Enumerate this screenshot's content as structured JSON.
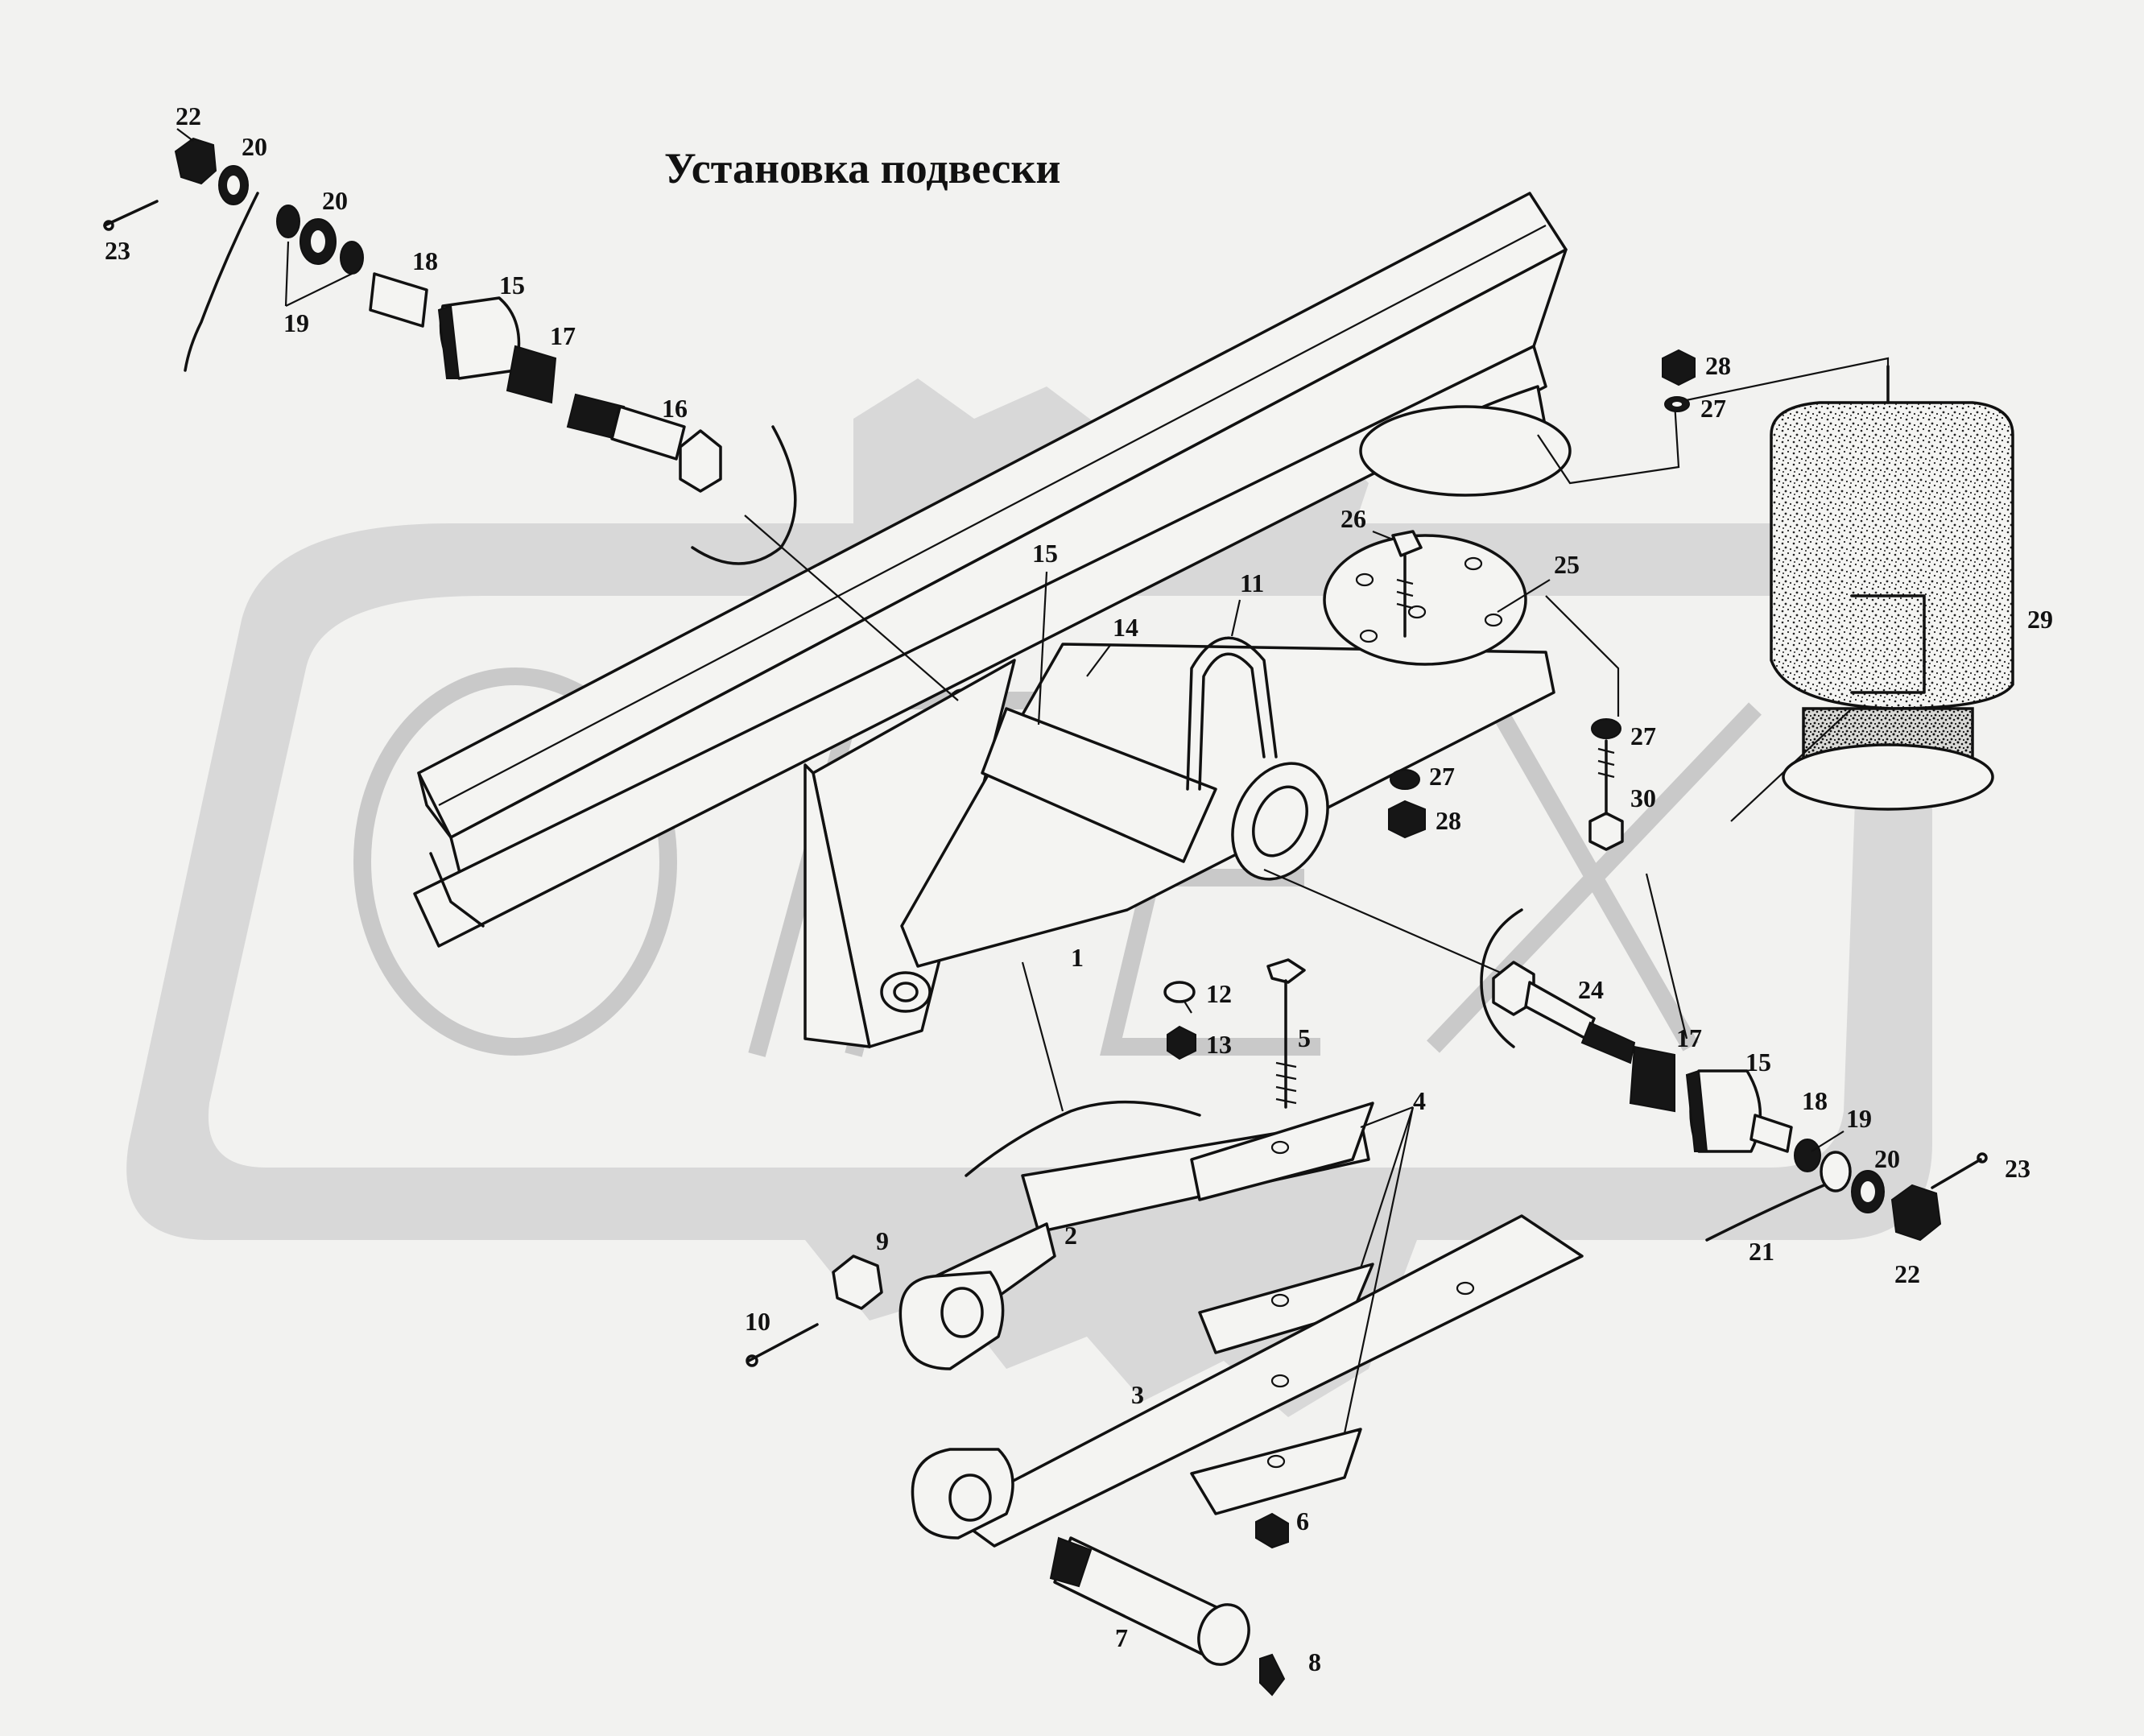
{
  "title": "Установка подвески",
  "watermark": {
    "text": "ОРЕХ"
  },
  "colors": {
    "background": "#f2f2f0",
    "ink": "#111111",
    "watermark": "#d8d8d8"
  },
  "callouts": [
    {
      "id": "c1",
      "label": "1"
    },
    {
      "id": "c2",
      "label": "2"
    },
    {
      "id": "c3",
      "label": "3"
    },
    {
      "id": "c4",
      "label": "4"
    },
    {
      "id": "c5",
      "label": "5"
    },
    {
      "id": "c6",
      "label": "6"
    },
    {
      "id": "c7",
      "label": "7"
    },
    {
      "id": "c8",
      "label": "8"
    },
    {
      "id": "c9",
      "label": "9"
    },
    {
      "id": "c10",
      "label": "10"
    },
    {
      "id": "c11",
      "label": "11"
    },
    {
      "id": "c12",
      "label": "12"
    },
    {
      "id": "c13",
      "label": "13"
    },
    {
      "id": "c14",
      "label": "14"
    },
    {
      "id": "c15a",
      "label": "15"
    },
    {
      "id": "c15b",
      "label": "15"
    },
    {
      "id": "c15c",
      "label": "15"
    },
    {
      "id": "c16",
      "label": "16"
    },
    {
      "id": "c17a",
      "label": "17"
    },
    {
      "id": "c17b",
      "label": "17"
    },
    {
      "id": "c18a",
      "label": "18"
    },
    {
      "id": "c18b",
      "label": "18"
    },
    {
      "id": "c19a",
      "label": "19"
    },
    {
      "id": "c19b",
      "label": "19"
    },
    {
      "id": "c20a",
      "label": "20"
    },
    {
      "id": "c20b",
      "label": "20"
    },
    {
      "id": "c20c",
      "label": "20"
    },
    {
      "id": "c21",
      "label": "21"
    },
    {
      "id": "c22a",
      "label": "22"
    },
    {
      "id": "c22b",
      "label": "22"
    },
    {
      "id": "c23a",
      "label": "23"
    },
    {
      "id": "c23b",
      "label": "23"
    },
    {
      "id": "c24",
      "label": "24"
    },
    {
      "id": "c25",
      "label": "25"
    },
    {
      "id": "c26",
      "label": "26"
    },
    {
      "id": "c27a",
      "label": "27"
    },
    {
      "id": "c27b",
      "label": "27"
    },
    {
      "id": "c27c",
      "label": "27"
    },
    {
      "id": "c28a",
      "label": "28"
    },
    {
      "id": "c28b",
      "label": "28"
    },
    {
      "id": "c29",
      "label": "29"
    },
    {
      "id": "c30",
      "label": "30"
    }
  ]
}
